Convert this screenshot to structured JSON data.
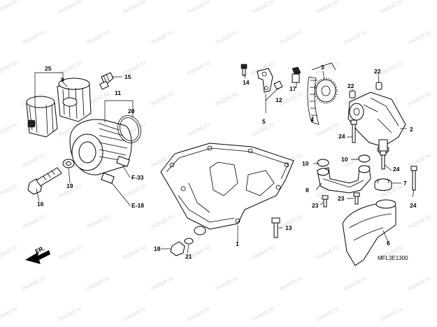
{
  "watermark": "motod.ru",
  "diagram_code": "MFL3E1300",
  "direction_label": "FR.",
  "references": [
    "F-33",
    "E-18"
  ],
  "callouts": [
    "25",
    "9",
    "15",
    "11",
    "20",
    "19",
    "16",
    "14",
    "12",
    "5",
    "17",
    "3",
    "4",
    "22",
    "22",
    "2",
    "24",
    "10",
    "10",
    "8",
    "23",
    "23",
    "7",
    "24",
    "24",
    "13",
    "1",
    "18",
    "21",
    "6"
  ]
}
